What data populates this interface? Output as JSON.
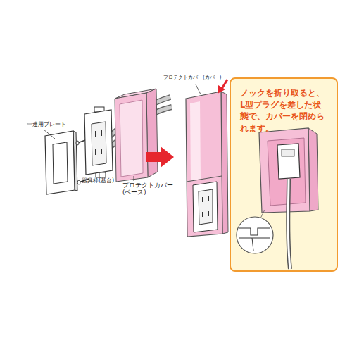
{
  "diagram": {
    "nodes": [
      {
        "text": [
          "ノックを折り取ると、L型プラグを差した状態で、カバーを閉められます。"
        ]
      }
    ],
    "labels": [
      "一連用プレート",
      "器具枠(基台)",
      "プロテクトカバー(ベース)",
      "プロテクトカバー(カバー)"
    ]
  }
}
